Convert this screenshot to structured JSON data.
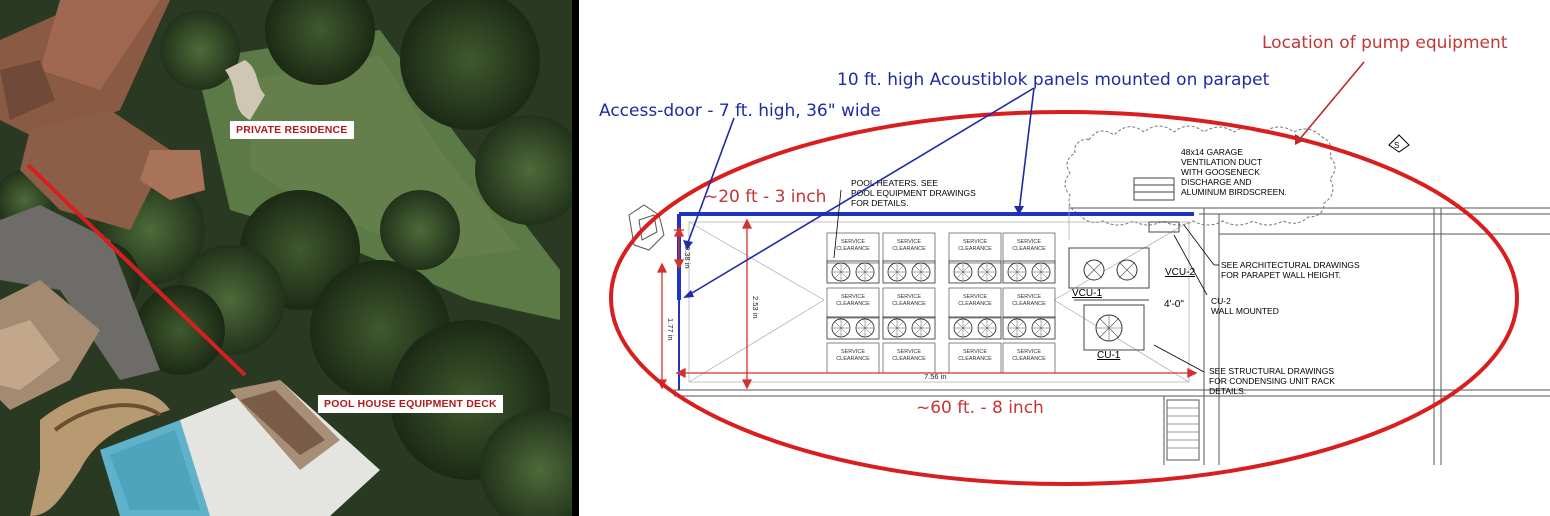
{
  "aerial": {
    "labels": {
      "residence": "PRIVATE RESIDENCE",
      "deck": "POOL HOUSE EQUIPMENT DECK"
    }
  },
  "plan": {
    "callouts": {
      "pump_location": "Location of pump equipment",
      "panels": "10 ft. high Acoustiblok panels mounted on parapet",
      "access_door": "Access-door - 7 ft. high, 36\" wide",
      "width_dim": "~20 ft - 3 inch",
      "length_dim": "~60 ft. - 8 inch"
    },
    "notes": {
      "pool_heaters": [
        "POOL HEATERS. SEE",
        "POOL EQUIPMENT DRAWINGS",
        "FOR DETAILS."
      ],
      "garage_duct": [
        "48x14 GARAGE",
        "VENTILATION DUCT",
        "WITH GOOSENECK",
        "DISCHARGE AND",
        "ALUMINUM BIRDSCREEN."
      ],
      "architectural": [
        "SEE ARCHITECTURAL DRAWINGS",
        "FOR PARAPET WALL HEIGHT."
      ],
      "cu2": [
        "CU-2",
        "WALL MOUNTED"
      ],
      "structural": [
        "SEE STRUCTURAL DRAWINGS",
        "FOR CONDENSING UNIT RACK",
        "DETAILS."
      ]
    },
    "unit_labels": {
      "vcu2": "VCU-2",
      "vcu1": "VCU-1",
      "cu1": "CU-1",
      "spacing": "4'-0\"",
      "north": "S"
    },
    "clearance": [
      "SERVICE",
      "CLEARANCE"
    ],
    "measurements": {
      "m1": "0.38 in",
      "m2": "1.77 in",
      "m3": "2.53 in",
      "m4": "7.56 in"
    }
  }
}
